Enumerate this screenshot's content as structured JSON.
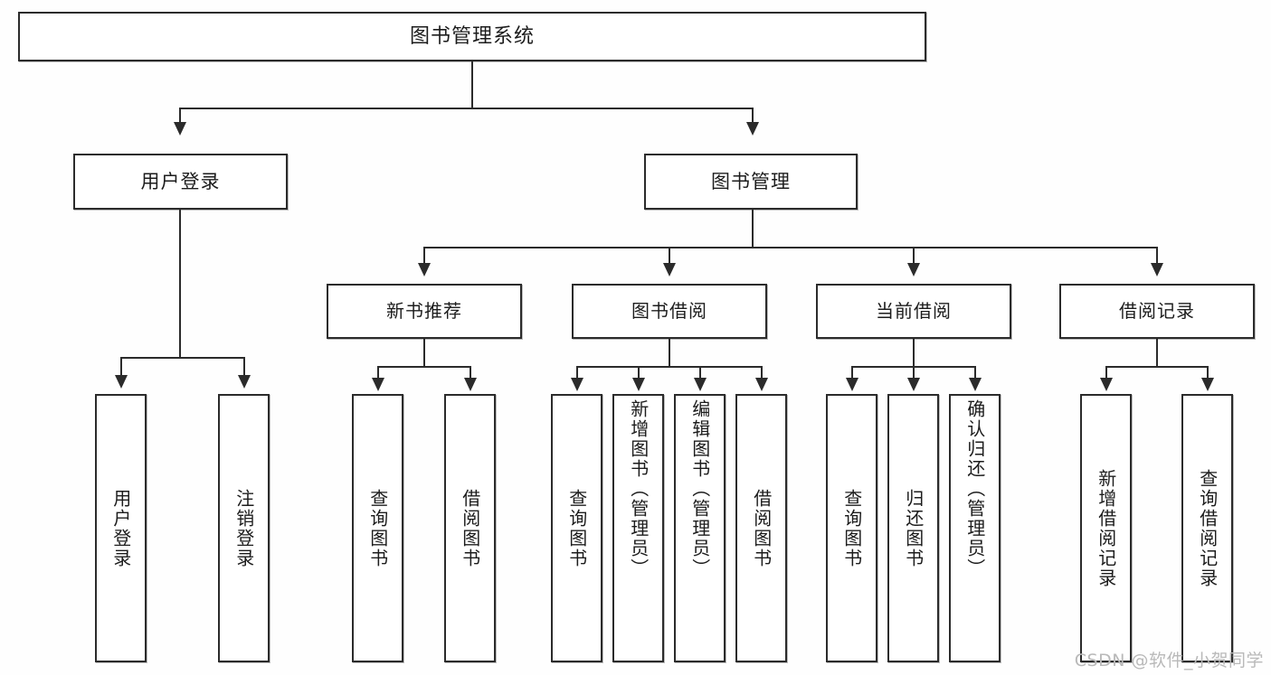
{
  "diagram": {
    "title": "图书管理系统",
    "type": "tree-hierarchy",
    "watermark": "CSDN @软件_小贺同学",
    "root": {
      "label": "图书管理系统"
    },
    "level2": [
      {
        "label": "用户登录"
      },
      {
        "label": "图书管理"
      }
    ],
    "level3": [
      {
        "label": "新书推荐"
      },
      {
        "label": "图书借阅"
      },
      {
        "label": "当前借阅"
      },
      {
        "label": "借阅记录"
      }
    ],
    "leaves": {
      "user_login": [
        {
          "label": "用户登录"
        },
        {
          "label": "注销登录"
        }
      ],
      "new_book_recommend": [
        {
          "label": "查询图书"
        },
        {
          "label": "借阅图书"
        }
      ],
      "book_borrow": [
        {
          "label": "查询图书"
        },
        {
          "label": "新增图书（管理员）"
        },
        {
          "label": "编辑图书（管理员）"
        },
        {
          "label": "借阅图书"
        }
      ],
      "current_borrow": [
        {
          "label": "查询图书"
        },
        {
          "label": "归还图书"
        },
        {
          "label": "确认归还（管理员）"
        }
      ],
      "borrow_record": [
        {
          "label": "新增借阅记录"
        },
        {
          "label": "查询借阅记录"
        }
      ]
    },
    "colors": {
      "stroke": "#2b2b2b",
      "fill": "#ffffff",
      "background": "#fefefe",
      "watermark": "#b9b9b9"
    }
  }
}
